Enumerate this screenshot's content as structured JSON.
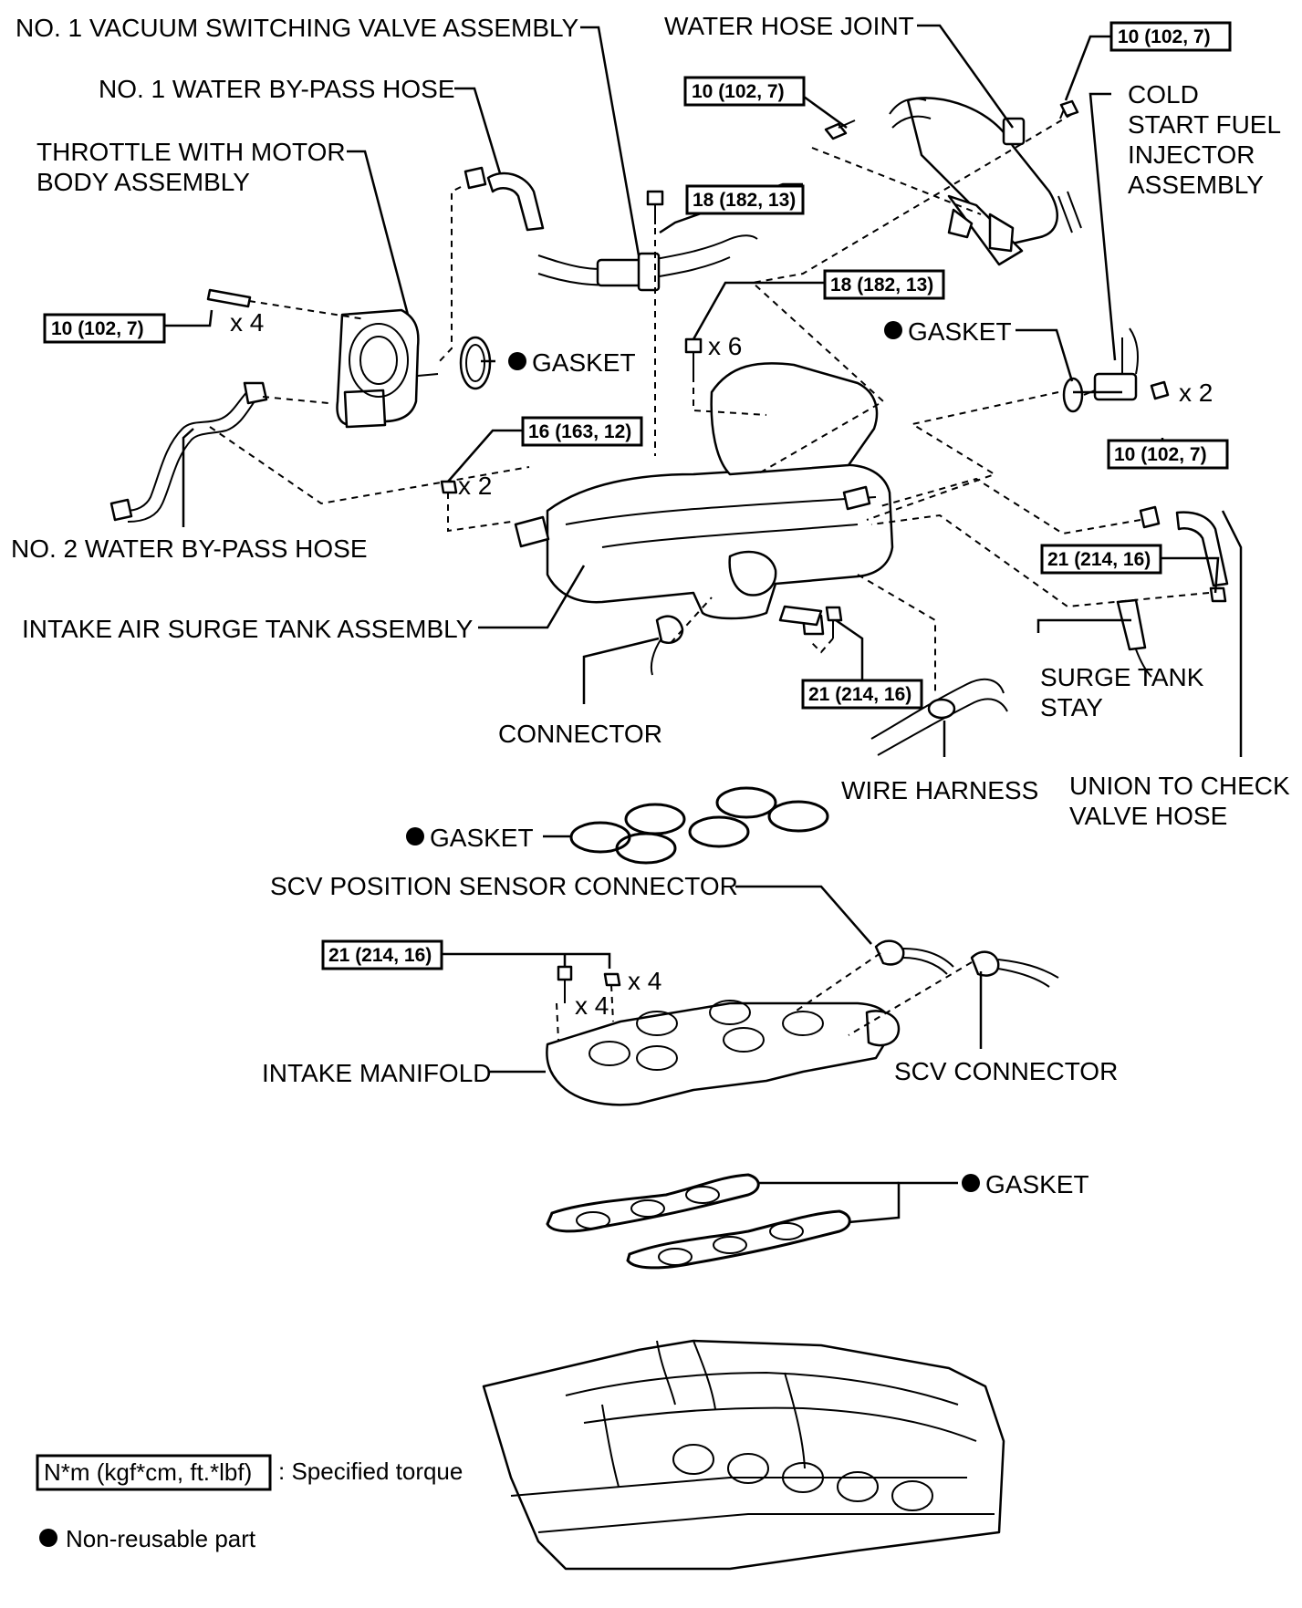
{
  "labels": {
    "vsv": "NO. 1 VACUUM SWITCHING VALVE ASSEMBLY",
    "water_bypass_1": "NO. 1 WATER BY-PASS HOSE",
    "throttle_l1": "THROTTLE WITH MOTOR",
    "throttle_l2": "BODY ASSEMBLY",
    "water_hose_joint": "WATER HOSE JOINT",
    "cold_start_l1": "COLD",
    "cold_start_l2": "START FUEL",
    "cold_start_l3": "INJECTOR",
    "cold_start_l4": "ASSEMBLY",
    "gasket_throttle": "GASKET",
    "gasket_injector": "GASKET",
    "water_bypass_2": "NO. 2 WATER BY-PASS HOSE",
    "surge_tank": "INTAKE AIR SURGE TANK ASSEMBLY",
    "connector": "CONNECTOR",
    "surge_stay_l1": "SURGE TANK",
    "surge_stay_l2": "STAY",
    "wire_harness": "WIRE HARNESS",
    "union_l1": "UNION TO CHECK",
    "union_l2": "VALVE HOSE",
    "gasket_surge": "GASKET",
    "scv_position": "SCV POSITION SENSOR CONNECTOR",
    "intake_manifold": "INTAKE MANIFOLD",
    "scv_connector": "SCV CONNECTOR",
    "gasket_manifold": "GASKET"
  },
  "torques": {
    "t_joint_left": "10 (102, 7)",
    "t_joint_right": "10 (102, 7)",
    "t_vsv": "18 (182, 13)",
    "t_throttle": "10 (102, 7)",
    "t_surge": "18 (182, 13)",
    "t_surge_nut": "16 (163, 12)",
    "t_injector": "10 (102, 7)",
    "t_union": "21 (214, 16)",
    "t_stay": "21 (214, 16)",
    "t_manifold": "21 (214, 16)"
  },
  "quantities": {
    "q_throttle": "x 4",
    "q_surge": "x 6",
    "q_surge_nut": "x 2",
    "q_injector": "x 2",
    "q_manifold_nut": "x 4",
    "q_manifold_bolt": "x 4"
  },
  "legend": {
    "torque_box": "N*m (kgf*cm, ft.*lbf)",
    "torque_text": ": Specified torque",
    "nonreusable_text": "Non-reusable part"
  }
}
